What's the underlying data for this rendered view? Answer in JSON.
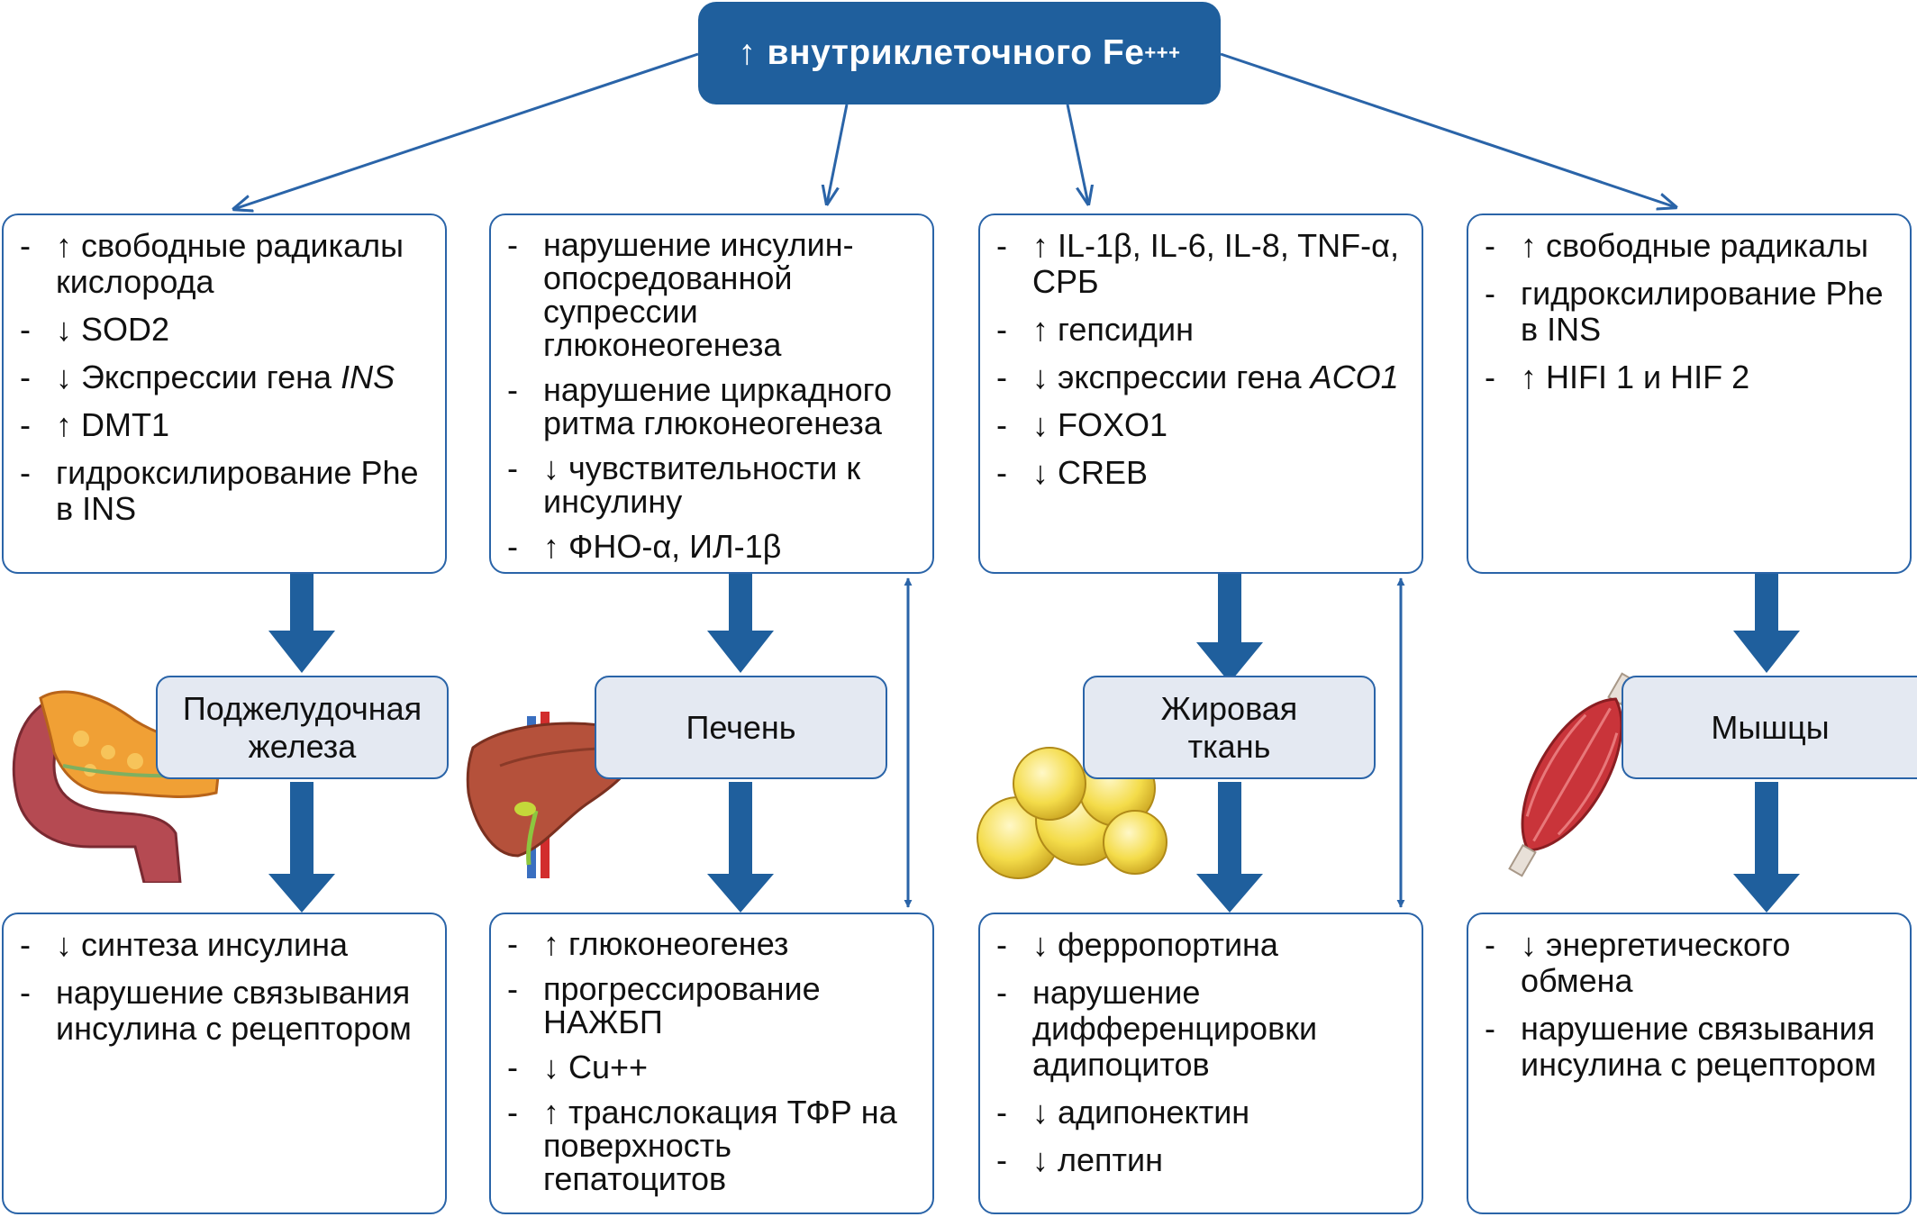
{
  "top": {
    "arrow": "↑",
    "title": "внутриклеточного Fe",
    "superscript": "+++"
  },
  "columns": [
    {
      "organ": "Поджелудочная железа",
      "organ_icon": "pancreas-icon",
      "upper": [
        "↑ свободные радикалы кислорода",
        "↓ SOD2",
        "↓ Экспрессии гена INS",
        "↑ DMT1",
        "гидроксилирование Phe в INS"
      ],
      "lower": [
        "↓ синтеза инсулина",
        "нарушение связывания инсулина с рецептором"
      ]
    },
    {
      "organ": "Печень",
      "organ_icon": "liver-icon",
      "upper": [
        "нарушение инсулин-опосредованной супрессии глюконеогенеза",
        "нарушение циркадного ритма глюконеогенеза",
        "↓ чувствительности к инсулину",
        "↑ ФНО-α, ИЛ-1β"
      ],
      "lower": [
        "↑ глюконеогенез",
        "прогрессирование НАЖБП",
        "↓ Cu++",
        "↑ транслокация ТФР на поверхность гепатоцитов"
      ]
    },
    {
      "organ": "Жировая ткань",
      "organ_icon": "adipose-tissue-icon",
      "upper": [
        "↑ IL-1β, IL-6, IL-8, TNF-α, СРБ",
        "↑ гепсидин",
        "↓ экспрессии гена ACO1",
        "↓ FOXO1",
        "↓ CREB"
      ],
      "lower": [
        "↓ ферропортина",
        "нарушение дифференцировки адипоцитов",
        "↓ адипонектин",
        "↓ лептин"
      ]
    },
    {
      "organ": "Мышцы",
      "organ_icon": "muscle-icon",
      "upper": [
        "↑ свободные радикалы",
        "гидроксилирование Phe в INS",
        "↑ HIFI 1 и HIF 2"
      ],
      "lower": [
        "↓ энергетического обмена",
        "нарушение связывания инсулина с рецептором"
      ]
    }
  ],
  "colors": {
    "primary": "#1f5f9d",
    "border": "#2a64a8",
    "label_bg": "#e4e9f2"
  }
}
